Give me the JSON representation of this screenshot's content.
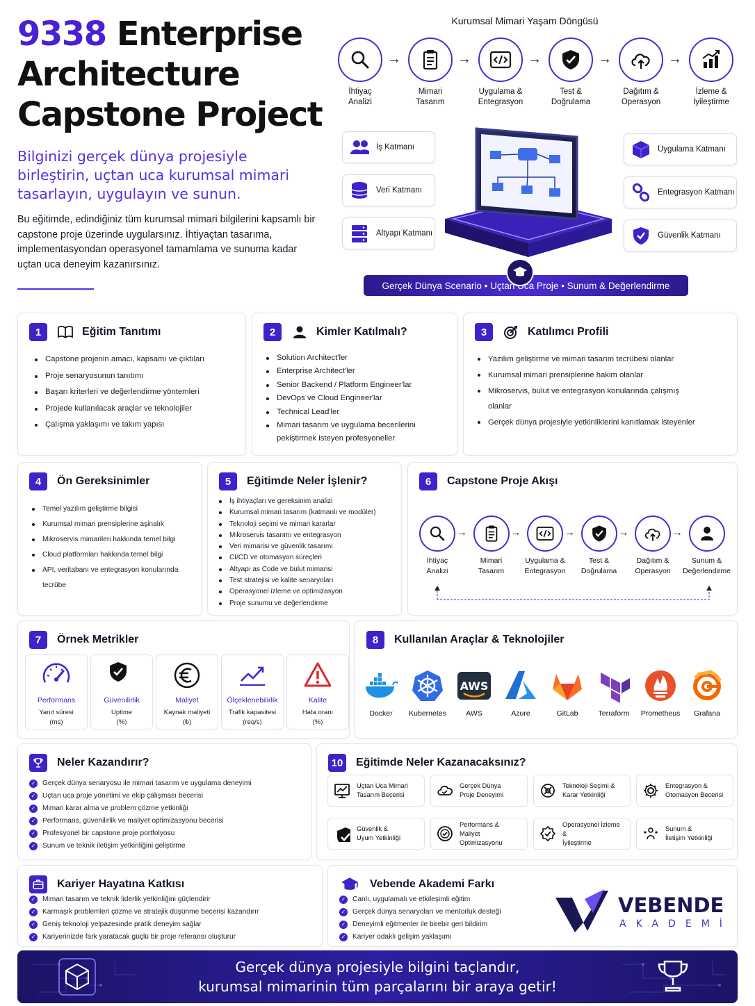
{
  "hero": {
    "title_num": "9338",
    "title_rest": " Enterprise Architecture Capstone Project",
    "subtitle": "Bilginizi gerçek dünya projesiyle birleştirin, uçtan uca kurumsal mimari tasarlayın, uygulayın ve sunun.",
    "description": "Bu eğitimde, edindiğiniz tüm kurumsal mimari bilgilerini kapsamlı bir capstone proje üzerinde uygularsınız. İhtiyaçtan tasarıma, implementasyondan operasyonel tamamlama ve sunuma kadar uçtan uca deneyim kazanırsınız."
  },
  "lifecycle": {
    "title": "Kurumsal Mimari Yaşam Döngüsü",
    "steps": [
      {
        "label": "İhtiyaç\nAnalizi",
        "icon": "search-icon"
      },
      {
        "label": "Mimari\nTasarım",
        "icon": "clipboard-icon"
      },
      {
        "label": "Uygulama &\nEntegrasyon",
        "icon": "code-icon"
      },
      {
        "label": "Test &\nDoğrulama",
        "icon": "shield-check-icon"
      },
      {
        "label": "Dağıtım &\nOperasyon",
        "icon": "cloud-upload-icon"
      },
      {
        "label": "İzleme &\nİyileştirme",
        "icon": "chart-up-icon"
      }
    ]
  },
  "layers": {
    "left": [
      {
        "label": "İş Katmanı",
        "icon": "users-icon"
      },
      {
        "label": "Veri Katmanı",
        "icon": "database-icon"
      },
      {
        "label": "Altyapı Katmanı",
        "icon": "server-icon"
      }
    ],
    "right": [
      {
        "label": "Uygulama Katmanı",
        "icon": "cube-icon"
      },
      {
        "label": "Entegrasyon Katmanı",
        "icon": "link-icon"
      },
      {
        "label": "Güvenlik Katmanı",
        "icon": "shield-icon"
      }
    ]
  },
  "hero_banner": "Gerçek Dünya Scenario  •  Uçtan Uca Proje  •  Sunum & Değerlendirme",
  "cards": {
    "c1": {
      "num": "1",
      "title": "Eğitim Tanıtımı",
      "items": [
        "Capstone projenin amacı, kapsamı ve çıktıları",
        "Proje senaryosunun tanıtımı",
        "Başarı kriterleri ve değerlendirme yöntemleri",
        "Projede kullanılacak araçlar ve teknolojiler",
        "Çalışma yaklaşımı ve takım yapısı"
      ]
    },
    "c2": {
      "num": "2",
      "title": "Kimler Katılmalı?",
      "items": [
        "Solution Architect'ler",
        "Enterprise Architect'ler",
        "Senior Backend / Platform Engineer'lar",
        "DevOps ve Cloud Engineer'lar",
        "Technical Lead'ler",
        "Mimari tasarım ve uygulama becerilerini pekiştirmek isteyen profesyoneller"
      ]
    },
    "c3": {
      "num": "3",
      "title": "Katılımcı Profili",
      "items": [
        "Yazılım geliştirme ve mimari tasarım tecrübesi olanlar",
        "Kurumsal mimari prensiplerine hakim olanlar",
        "Mikroservis, bulut ve entegrasyon konularında çalışmış olanlar",
        "Gerçek dünya projesiyle yetkinliklerini kanıtlamak isteyenler"
      ]
    },
    "c4": {
      "num": "4",
      "title": "Ön Gereksinimler",
      "items": [
        "Temel yazılım geliştirme bilgisi",
        "Kurumsal mimari prensiplerine aşinalık",
        "Mikroservis mimarileri hakkında temel bilgi",
        "Cloud platformları hakkında temel bilgi",
        "API, veritabanı ve entegrasyon konularında tecrübe"
      ]
    },
    "c5": {
      "num": "5",
      "title": "Eğitimde Neler İşlenir?",
      "items": [
        "İş ihtiyaçları ve gereksinim analizi",
        "Kurumsal mimari tasarım (katmanlı ve modüler)",
        "Teknoloji seçimi ve mimari kararlar",
        "Mikroservis tasarımı ve entegrasyon",
        "Veri mimarisi ve güvenlik tasarımı",
        "CI/CD ve otomasyon süreçleri",
        "Altyapı as Code ve bulut mimarisi",
        "Test stratejisi ve kalite senaryoları",
        "Operasyonel izleme ve optimizasyon",
        "Proje sunumu ve değerlendirme"
      ]
    },
    "c6": {
      "num": "6",
      "title": "Capstone Proje Akışı",
      "steps": [
        {
          "label": "İhtiyaç\nAnalizi",
          "icon": "search-icon"
        },
        {
          "label": "Mimari\nTasarım",
          "icon": "clipboard-icon"
        },
        {
          "label": "Uygulama &\nEntegrasyon",
          "icon": "code-icon"
        },
        {
          "label": "Test &\nDoğrulama",
          "icon": "shield-check-icon"
        },
        {
          "label": "Dağıtım &\nOperasyon",
          "icon": "cloud-upload-icon"
        },
        {
          "label": "Sunum &\nDeğerlendirme",
          "icon": "presenter-icon"
        }
      ]
    },
    "c7": {
      "num": "7",
      "title": "Örnek Metrikler",
      "metrics": [
        {
          "name": "Performans",
          "sub": "Yanıt süresi\n(ms)",
          "icon": "gauge-icon"
        },
        {
          "name": "Güvenilirlik",
          "sub": "Uptime\n(%)",
          "icon": "shield-check-icon"
        },
        {
          "name": "Maliyet",
          "sub": "Kaynak maliyeti\n(₺)",
          "icon": "euro-icon"
        },
        {
          "name": "Ölçeklenebilirlik",
          "sub": "Trafik kapasitesi\n(req/s)",
          "icon": "trend-icon"
        },
        {
          "name": "Kalite",
          "sub": "Hata oranı\n(%)",
          "icon": "warning-icon"
        }
      ]
    },
    "c8": {
      "num": "8",
      "title": "Kullanılan Araçlar & Teknolojiler",
      "tools": [
        {
          "name": "Docker",
          "icon": "docker-icon"
        },
        {
          "name": "Kubernetes",
          "icon": "kubernetes-icon"
        },
        {
          "name": "AWS",
          "icon": "aws-icon"
        },
        {
          "name": "Azure",
          "icon": "azure-icon"
        },
        {
          "name": "GitLab",
          "icon": "gitlab-icon"
        },
        {
          "name": "Terraform",
          "icon": "terraform-icon"
        },
        {
          "name": "Prometheus",
          "icon": "prometheus-icon"
        },
        {
          "name": "Grafana",
          "icon": "grafana-icon"
        }
      ]
    },
    "c9": {
      "title": "Neler Kazandırır?",
      "items": [
        "Gerçek dünya senaryosu ile mimari tasarım ve uygulama deneyimi",
        "Uçtan uca proje yönetimi ve ekip çalışması becerisi",
        "Mimari karar alma ve problem çözme yetkinliği",
        "Performans, güvenilirlik ve maliyet optimizasyonu becerisi",
        "Profesyonel bir capstone proje portfolyosu",
        "Sunum ve teknik iletişim yetkinliğini geliştirme"
      ]
    },
    "c10": {
      "num": "10",
      "title": "Eğitimde Neler Kazanacaksınız?",
      "tiles": [
        {
          "label": "Uçtan Uca Mimari\nTasarım Becerisi",
          "icon": "chart-board-icon"
        },
        {
          "label": "Gerçek Dünya\nProje Deneyimi",
          "icon": "cloud-icon"
        },
        {
          "label": "Teknoloji Seçimi &\nKarar Yetkinliği",
          "icon": "tools-icon"
        },
        {
          "label": "Entegrasyon &\nOtomasyon Becerisi",
          "icon": "gear-icon"
        },
        {
          "label": "Güvenlik &\nUyum Yetkinliği",
          "icon": "shield-check-icon"
        },
        {
          "label": "Performans &\nMaliyet Optimizasyonu",
          "icon": "check-circle-icon"
        },
        {
          "label": "Operasyonel İzleme &\nİyileştirme",
          "icon": "check-badge-icon"
        },
        {
          "label": "Sunum &\nİletişim Yetkinliği",
          "icon": "people-icon"
        }
      ]
    },
    "c11": {
      "title": "Kariyer Hayatına Katkısı",
      "items": [
        "Mimari tasarım ve teknik liderlik yetkinliğini güçlendirir",
        "Karmaşık problemleri çözme ve stratejik düşünme becerisi kazandırır",
        "Geniş teknoloji yelpazesinde pratik deneyim sağlar",
        "Kariyerinizde fark yaratacak güçlü bir proje referansı oluşturur"
      ]
    },
    "c12": {
      "title": "Vebende Akademi Farkı",
      "items": [
        "Canlı, uygulamalı ve etkileşimli eğitim",
        "Gerçek dünya senaryoları ve mentorluk desteği",
        "Deneyimli eğitmenler ile birebir geri bildirim",
        "Kariyer odaklı gelişim yaklaşımı"
      ]
    }
  },
  "brand": {
    "name": "VEBENDE",
    "sub": "AKADEMİ"
  },
  "footer": {
    "line1": "Gerçek dünya projesiyle bilgini taçlandır,",
    "line2": "kurumsal mimarinin tüm parçalarını bir araya getir!"
  },
  "colors": {
    "primary": "#3f22c9",
    "accent": "#5a2ee0",
    "dark": "#1b1466"
  }
}
